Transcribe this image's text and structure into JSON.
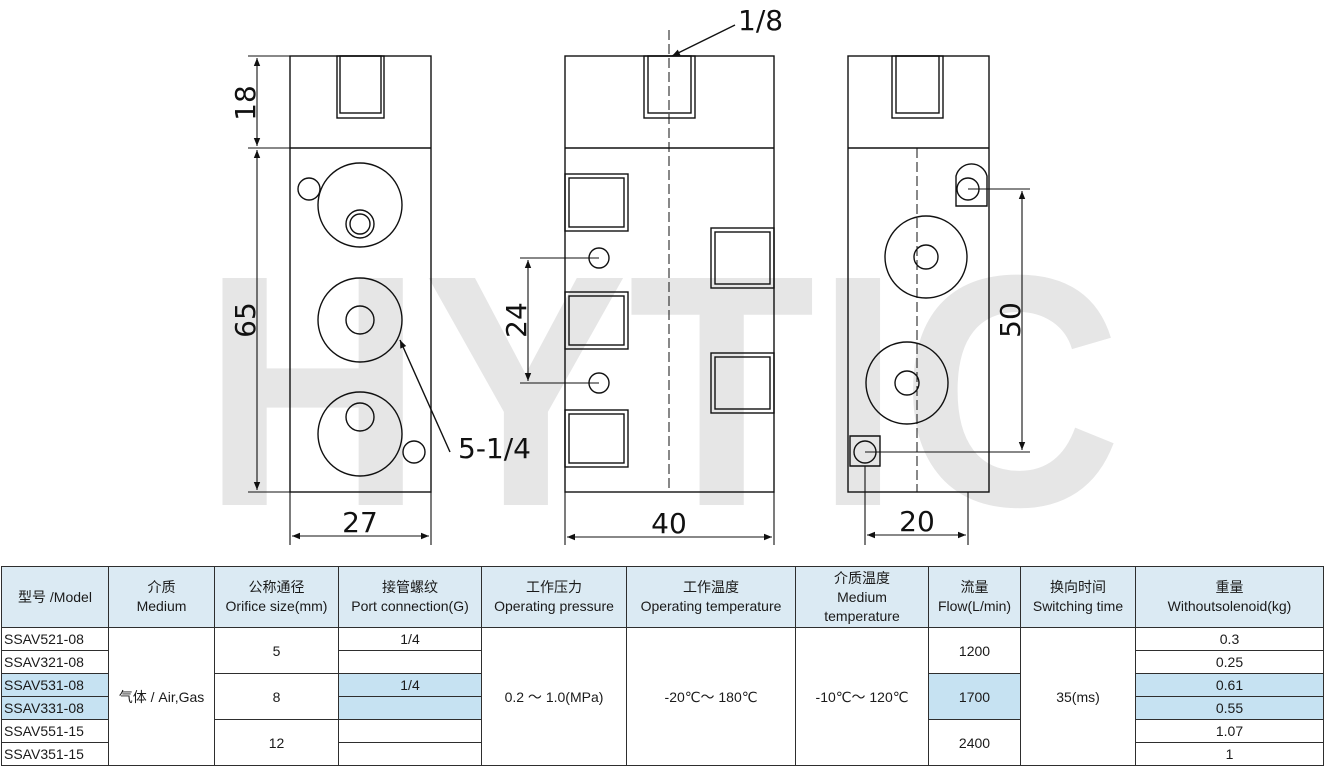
{
  "watermark": "HYTIC",
  "dimensions": {
    "port_top": "1/8",
    "top_height": "18",
    "body_height": "65",
    "ports_callout": "5-1/4",
    "front_width": "27",
    "side_spacing": "24",
    "side_width": "40",
    "mount_spacing": "50",
    "back_width": "20"
  },
  "table": {
    "headers": [
      {
        "cn": "型号 /Model",
        "en": ""
      },
      {
        "cn": "介质",
        "en": "Medium"
      },
      {
        "cn": "公称通径",
        "en": "Orifice size(mm)"
      },
      {
        "cn": "接管螺纹",
        "en": "Port connection(G)"
      },
      {
        "cn": "工作压力",
        "en": "Operating pressure"
      },
      {
        "cn": "工作温度",
        "en": "Operating temperature"
      },
      {
        "cn": "介质温度",
        "en": "Medium",
        "en2": "temperature"
      },
      {
        "cn": "流量",
        "en": "Flow(L/min)"
      },
      {
        "cn": "换向时间",
        "en": "Switching time"
      },
      {
        "cn": "重量",
        "en": "Withoutsolenoid(kg)"
      }
    ],
    "rows": [
      {
        "model": "SSAV521-08",
        "port": "1/4",
        "weight": "0.3"
      },
      {
        "model": "SSAV321-08",
        "port": "",
        "weight": "0.25"
      },
      {
        "model": "SSAV531-08",
        "port": "1/4",
        "weight": "0.61"
      },
      {
        "model": "SSAV331-08",
        "port": "",
        "weight": "0.55"
      },
      {
        "model": "SSAV551-15",
        "port": "",
        "weight": "1.07"
      },
      {
        "model": "SSAV351-15",
        "port": "",
        "weight": "1"
      }
    ],
    "medium": "气体 / Air,Gas",
    "orifice": [
      "5",
      "8",
      "12"
    ],
    "pressure": "0.2 ～ 1.0(MPa)",
    "op_temp": "-20℃～ 180℃",
    "medium_temp": "-10℃～ 120℃",
    "flow": [
      "1200",
      "1700",
      "2400"
    ],
    "switching": "35(ms)"
  }
}
